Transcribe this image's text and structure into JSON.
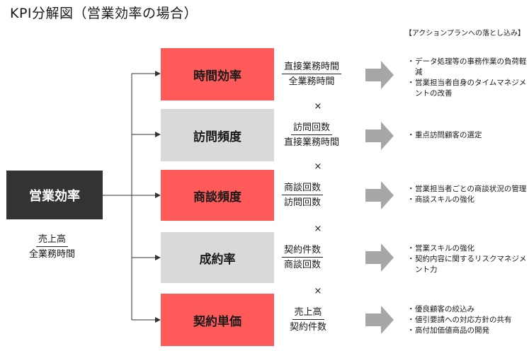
{
  "title": "KPI分解図（営業効率の場合）",
  "subtitle": "【アクションプランへの落とし込み】",
  "main": {
    "label": "営業効率",
    "formula": {
      "numerator": "売上高",
      "denominator": "全業務時間"
    }
  },
  "operator": "×",
  "colors": {
    "red": "#fe5a5a",
    "gray": "#d9d9d9",
    "dark": "#333333",
    "arrow": "#a6a6a6"
  },
  "factors": [
    {
      "label": "時間効率",
      "color": "red",
      "numerator": "直接業務時間",
      "denominator": "全業務時間",
      "actions": [
        "データ処理等の事務作業の負荷軽減",
        "営業担当者自身のタイムマネジメントの改善"
      ]
    },
    {
      "label": "訪問頻度",
      "color": "gray",
      "numerator": "訪問回数",
      "denominator": "直接業務時間",
      "actions": [
        "重点訪問顧客の選定"
      ]
    },
    {
      "label": "商談頻度",
      "color": "red",
      "numerator": "商談回数",
      "denominator": "訪問回数",
      "actions": [
        "営業担当者ごとの商談状況の管理",
        "商談スキルの強化"
      ]
    },
    {
      "label": "成約率",
      "color": "gray",
      "numerator": "契約件数",
      "denominator": "商談回数",
      "actions": [
        "営業スキルの強化",
        "契約内容に関するリスクマネジメント力"
      ]
    },
    {
      "label": "契約単価",
      "color": "red",
      "numerator": "売上高",
      "denominator": "契約件数",
      "actions": [
        "優良顧客の絞込み",
        "値引要請への対応方針の共有",
        "高付加価値商品の開発"
      ]
    }
  ]
}
